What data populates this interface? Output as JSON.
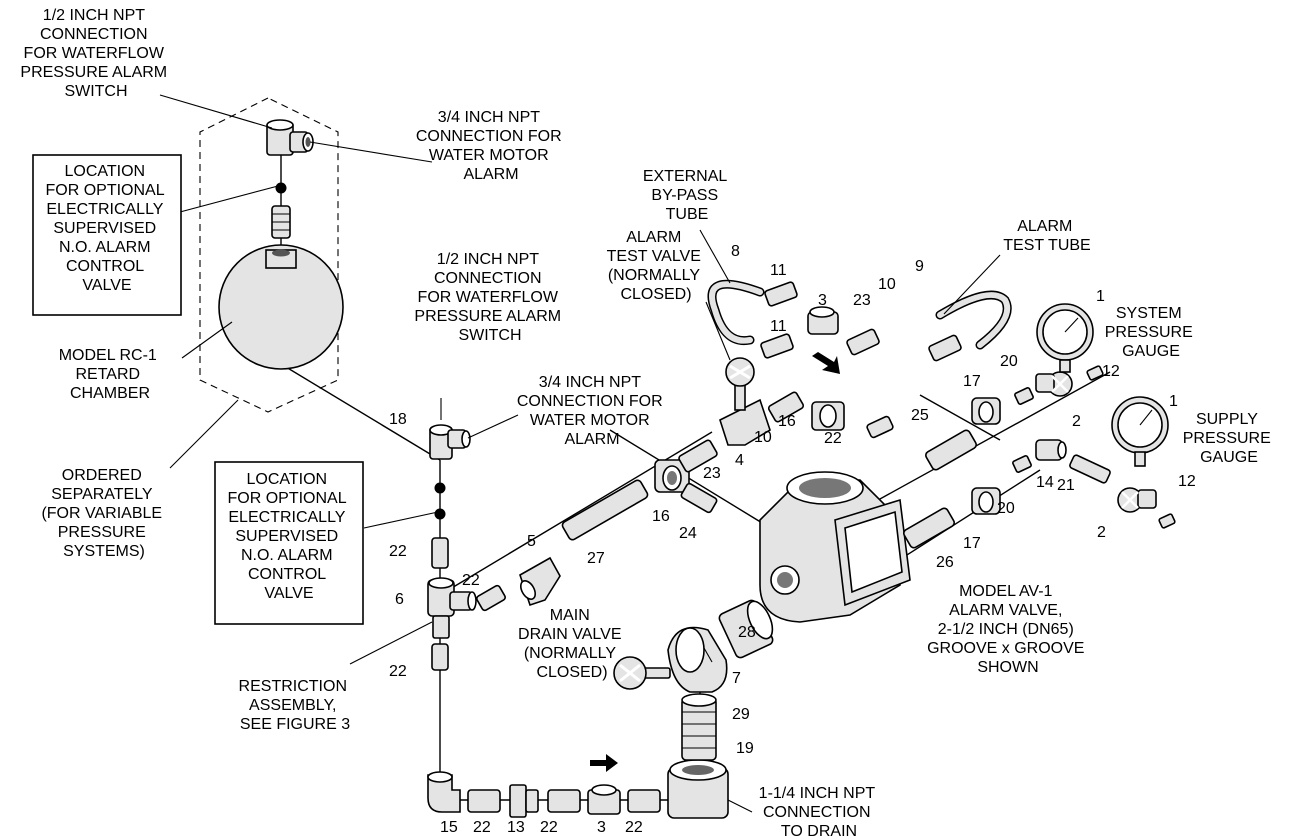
{
  "labels": {
    "top_connection": [
      "1/2 INCH NPT",
      "CONNECTION",
      "FOR WATERFLOW",
      "PRESSURE ALARM",
      "SWITCH"
    ],
    "top_water_motor": [
      "3/4 INCH NPT",
      "CONNECTION FOR",
      "WATER MOTOR",
      "ALARM"
    ],
    "optional_valve_top": [
      "LOCATION",
      "FOR OPTIONAL",
      "ELECTRICALLY",
      "SUPERVISED",
      "N.O. ALARM",
      "CONTROL",
      "VALVE"
    ],
    "retard_chamber": [
      "MODEL RC-1",
      "RETARD",
      "CHAMBER"
    ],
    "ordered_separately": [
      "ORDERED",
      "SEPARATELY",
      "(FOR VARIABLE",
      "PRESSURE",
      "SYSTEMS)"
    ],
    "optional_valve_bottom": [
      "LOCATION",
      "FOR OPTIONAL",
      "ELECTRICALLY",
      "SUPERVISED",
      "N.O. ALARM",
      "CONTROL",
      "VALVE"
    ],
    "restriction_assembly": [
      "RESTRICTION",
      "ASSEMBLY,",
      "SEE FIGURE 3"
    ],
    "mid_connection": [
      "1/2 INCH NPT",
      "CONNECTION",
      "FOR WATERFLOW",
      "PRESSURE ALARM",
      "SWITCH"
    ],
    "mid_water_motor": [
      "3/4 INCH NPT",
      "CONNECTION FOR",
      "WATER MOTOR",
      "ALARM"
    ],
    "alarm_test_valve": [
      "ALARM",
      "TEST VALVE",
      "(NORMALLY",
      "CLOSED)"
    ],
    "external_bypass": [
      "EXTERNAL",
      "BY-PASS",
      "TUBE"
    ],
    "alarm_test_tube": [
      "ALARM",
      "TEST TUBE"
    ],
    "system_gauge": [
      "SYSTEM",
      "PRESSURE",
      "GAUGE"
    ],
    "supply_gauge": [
      "SUPPLY",
      "PRESSURE",
      "GAUGE"
    ],
    "alarm_valve": [
      "MODEL AV-1",
      "ALARM VALVE,",
      "2-1/2 INCH (DN65)",
      "GROOVE x GROOVE",
      "SHOWN"
    ],
    "main_drain": [
      "MAIN",
      "DRAIN VALVE",
      "(NORMALLY",
      "CLOSED)"
    ],
    "drain_connection": [
      "1-1/4 INCH NPT",
      "CONNECTION",
      "TO DRAIN"
    ]
  },
  "parts": {
    "p1a": "1",
    "p1b": "1",
    "p2a": "2",
    "p2b": "2",
    "p3a": "3",
    "p3b": "3",
    "p4": "4",
    "p5": "5",
    "p6": "6",
    "p7": "7",
    "p8": "8",
    "p9": "9",
    "p10a": "10",
    "p10b": "10",
    "p11a": "11",
    "p11b": "11",
    "p12a": "12",
    "p12b": "12",
    "p13": "13",
    "p14": "14",
    "p15": "15",
    "p16a": "16",
    "p16b": "16",
    "p17a": "17",
    "p17b": "17",
    "p18": "18",
    "p19": "19",
    "p20a": "20",
    "p20b": "20",
    "p21": "21",
    "p22a": "22",
    "p22b": "22",
    "p22c": "22",
    "p22d": "22",
    "p22e": "22",
    "p22f": "22",
    "p22g": "22",
    "p23a": "23",
    "p23b": "23",
    "p24": "24",
    "p25": "25",
    "p26": "26",
    "p27": "27",
    "p28": "28",
    "p29": "29"
  }
}
